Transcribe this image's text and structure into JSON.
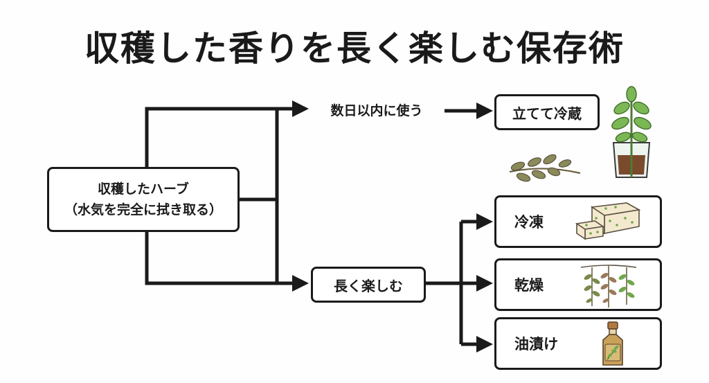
{
  "title": "収穫した香りを長く楽しむ保存術",
  "source": {
    "line1": "収穫したハーブ",
    "line2": "（水気を完全に拭き取る）"
  },
  "branches": {
    "short_term": {
      "label": "数日以内に使う",
      "method": "立てて冷蔵"
    },
    "long_term": {
      "label": "長く楽しむ",
      "methods": [
        "冷凍",
        "乾燥",
        "油漬け"
      ]
    }
  },
  "icons": {
    "plant": "potted-herb-in-water-glass-icon",
    "sprig": "herb-sprig-icon",
    "freeze": "frozen-herb-cubes-icon",
    "dry": "hanging-dried-herbs-icon",
    "oil": "herb-oil-bottle-icon"
  },
  "colors": {
    "line": "#1a1a1a",
    "leaf": "#6fa84a",
    "leaf_dry": "#8a8a5a",
    "soil": "#7a4a2c",
    "cube": "#f3e9cf",
    "bottle": "#c9a259"
  }
}
